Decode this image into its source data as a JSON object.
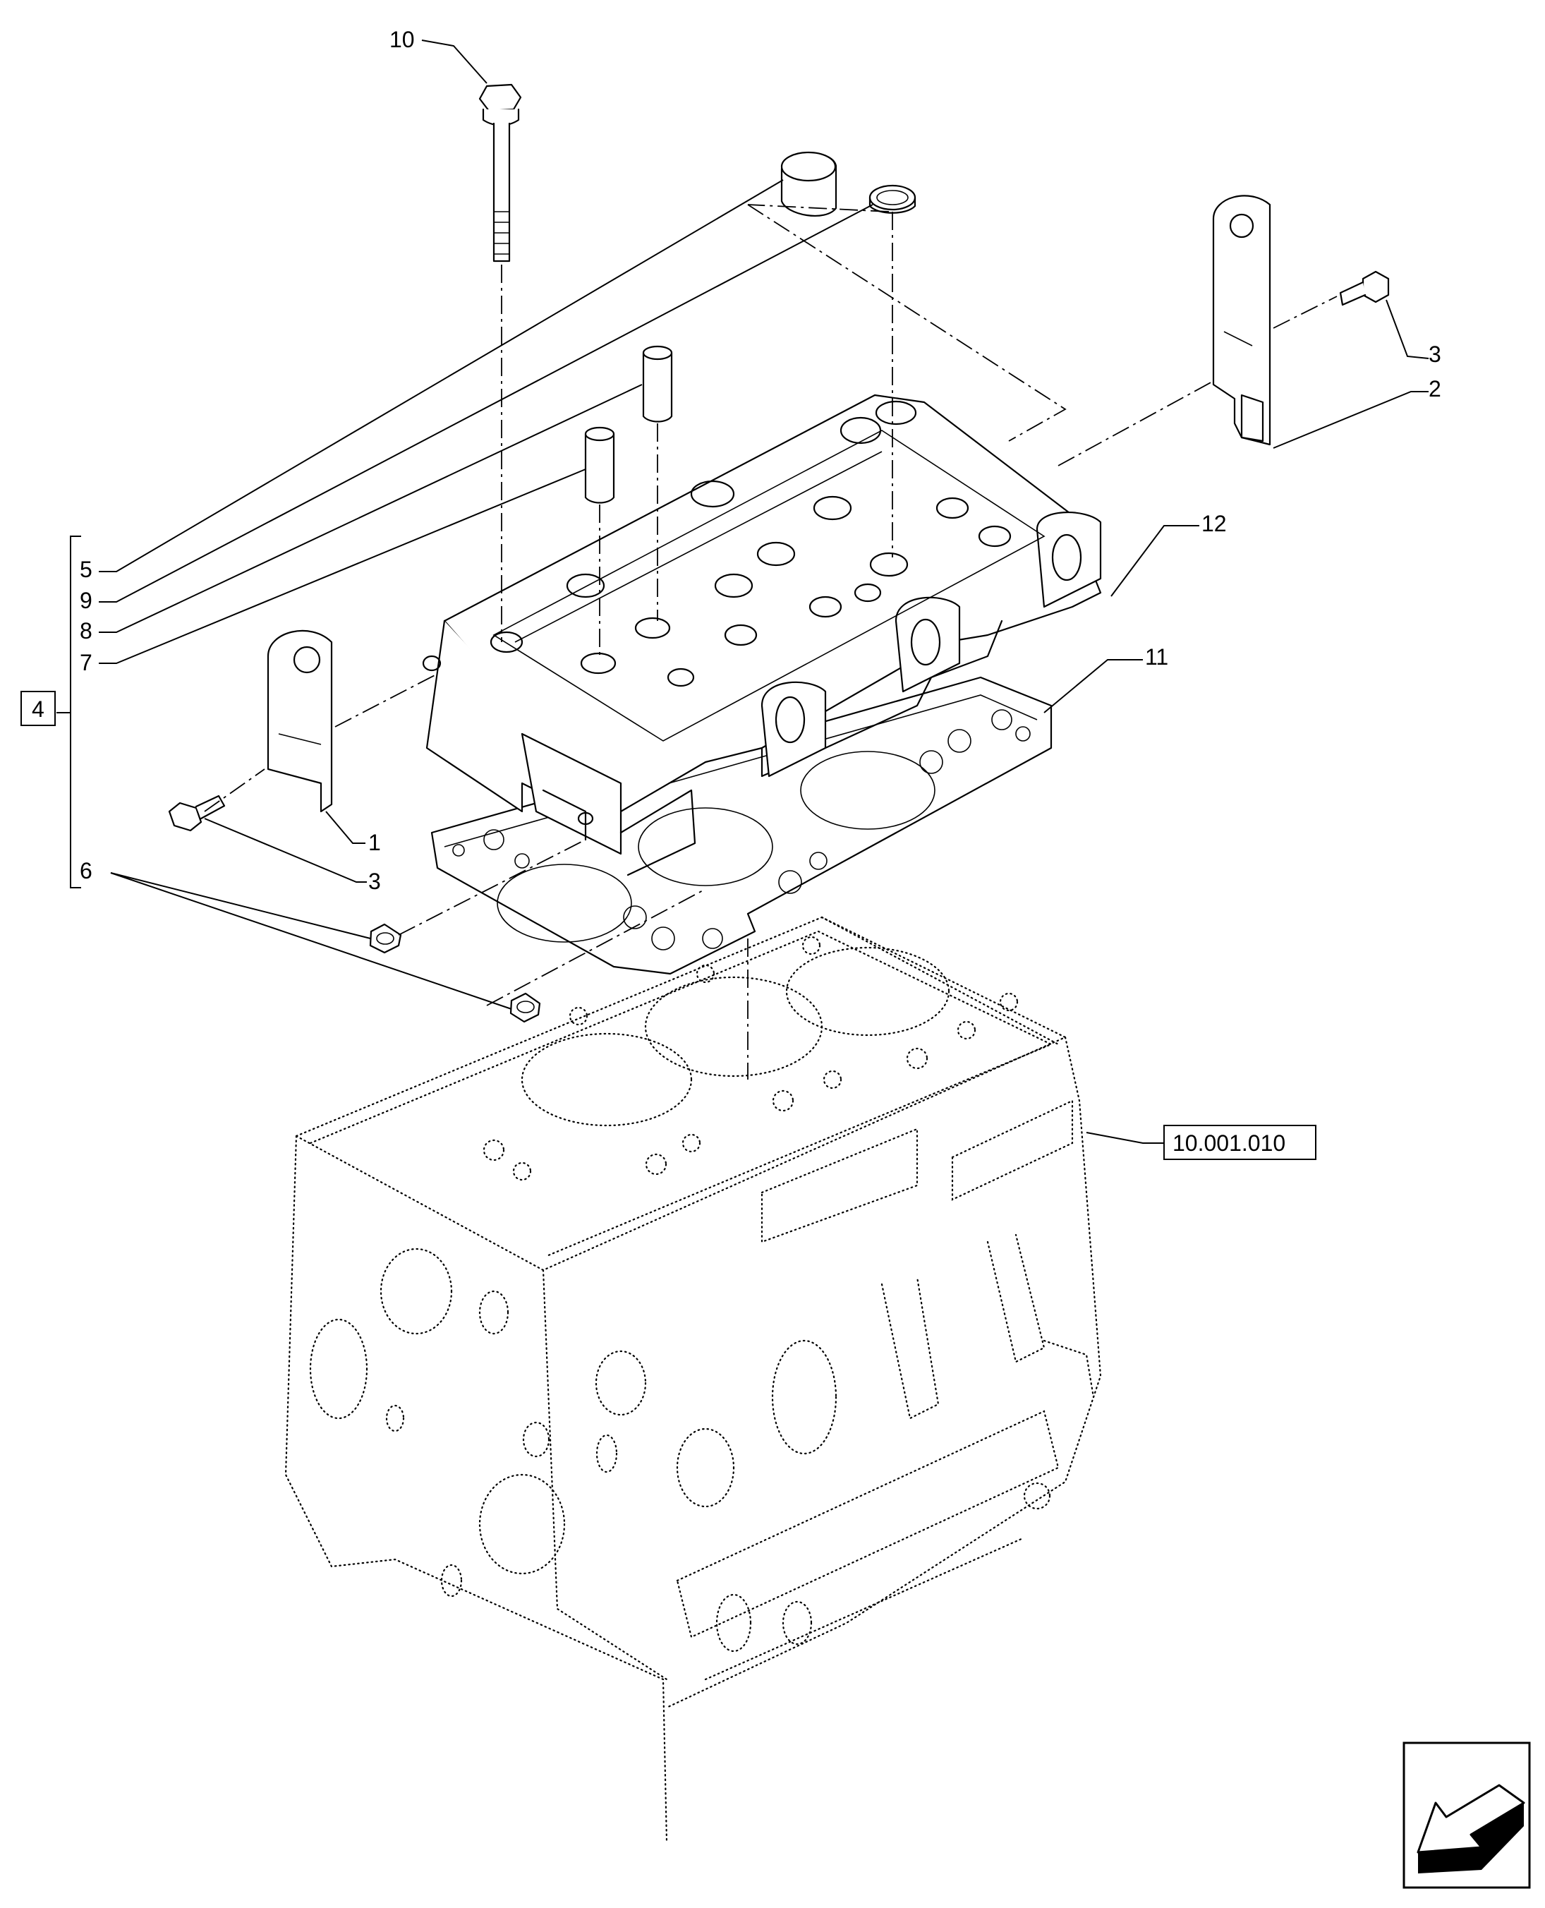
{
  "callouts": {
    "c10": "10",
    "c3_right": "3",
    "c2": "2",
    "c12": "12",
    "c11": "11",
    "c5": "5",
    "c9": "9",
    "c8": "8",
    "c7": "7",
    "c4": "4",
    "c1": "1",
    "c3_left": "3",
    "c6": "6"
  },
  "reference_box": "10.001.010",
  "icons": {
    "nav_arrow": "nav-arrow-icon"
  }
}
